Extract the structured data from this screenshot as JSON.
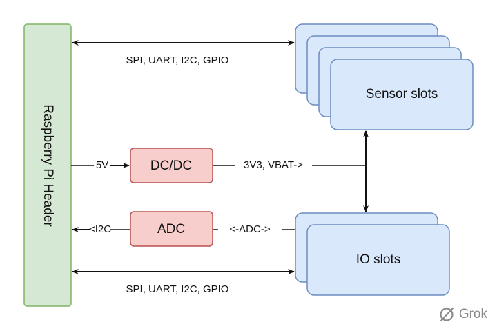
{
  "header_block": {
    "label": "Raspberry Pi Header",
    "fill": "#d5e8d4",
    "stroke": "#82b366"
  },
  "sensor_slots": {
    "label": "Sensor slots",
    "fill": "#dae8fc",
    "stroke": "#6c8ebf"
  },
  "io_slots": {
    "label": "IO slots",
    "fill": "#dae8fc",
    "stroke": "#6c8ebf"
  },
  "dcdc_block": {
    "label": "DC/DC",
    "fill": "#f8cecc",
    "stroke": "#b85450"
  },
  "adc_block": {
    "label": "ADC",
    "fill": "#f8cecc",
    "stroke": "#b85450"
  },
  "connections": {
    "top_bus": "SPI, UART, I2C, GPIO",
    "bottom_bus": "SPI, UART, I2C, GPIO",
    "power_in": "5V",
    "power_out": "3V3, VBAT->",
    "adc_i2c": "<I2C",
    "adc_link": "<-ADC->"
  },
  "watermark": {
    "text": "Grok",
    "icon": "grok-logo-icon"
  }
}
